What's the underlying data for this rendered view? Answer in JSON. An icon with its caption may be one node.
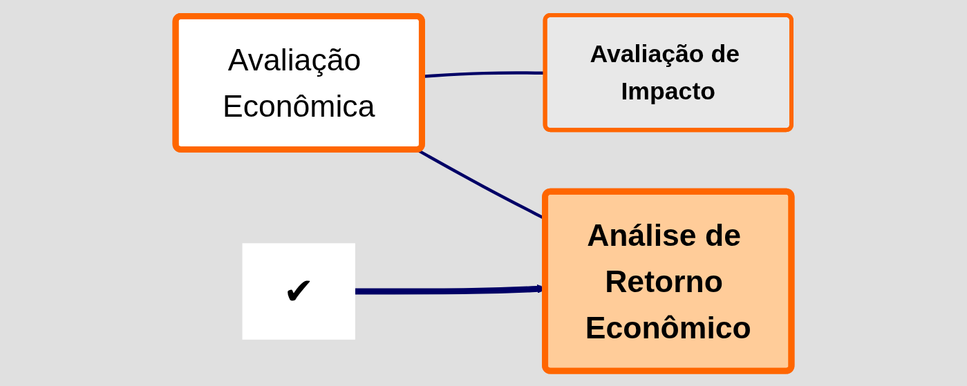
{
  "diagram": {
    "nodes": [
      {
        "text": [
          "Avaliação Econômica"
        ]
      },
      {
        "text": [
          "Avaliação de Impacto"
        ]
      },
      {
        "text": [
          "Análise de Retorno Econômico"
        ]
      },
      {
        "text": [
          "✔"
        ]
      }
    ],
    "edges": [
      {
        "from": 0,
        "to": 1,
        "arrow": "none",
        "color": "#000066"
      },
      {
        "from": 0,
        "to": 2,
        "arrow": "none",
        "color": "#000066"
      },
      {
        "from": 3,
        "to": 2,
        "arrow": "to",
        "style": "thick",
        "color": "#000066"
      }
    ]
  }
}
